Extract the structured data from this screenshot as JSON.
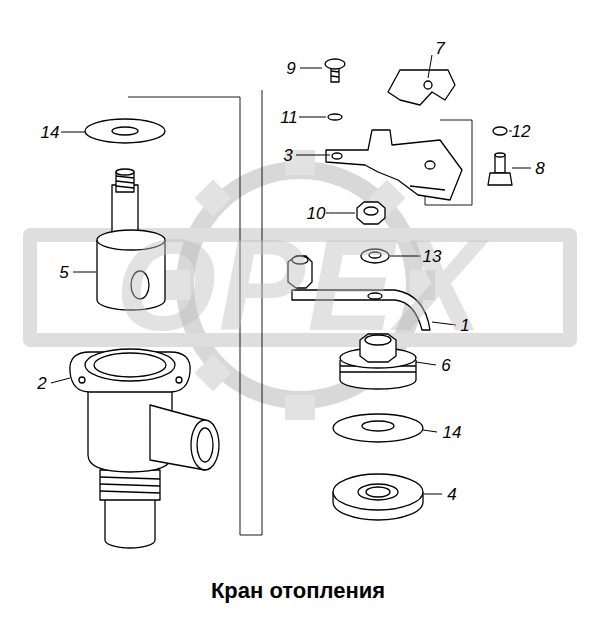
{
  "diagram": {
    "caption": "Кран отопления",
    "labels": [
      "OPEX",
      "9",
      "7",
      "11",
      "12",
      "3",
      "8",
      "14",
      "10",
      "13",
      "5",
      "1",
      "2",
      "6",
      "14",
      "4"
    ]
  }
}
